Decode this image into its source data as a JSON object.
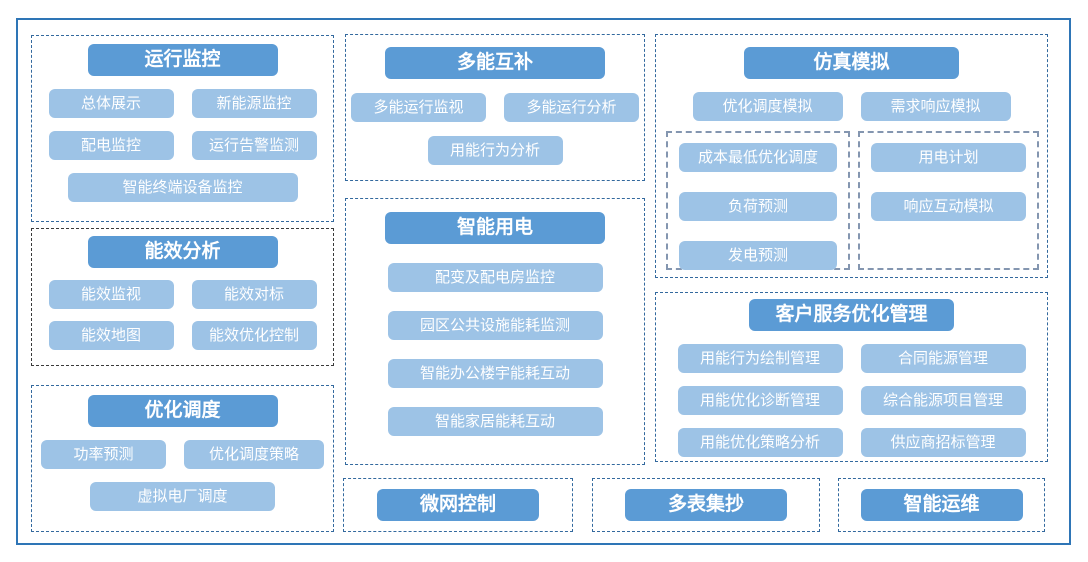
{
  "diagram": {
    "colors": {
      "header_bg": "#5B9BD5",
      "item_bg": "#9DC3E6",
      "text": "#FFFFFF",
      "outer_border": "#2E75B6",
      "group_border": "#33699E",
      "highlight_group_border": "#3A3A3A",
      "nested_group_border": "#8496B0"
    },
    "sections": {
      "operation_monitoring": {
        "title": "运行监控",
        "items": [
          "总体展示",
          "新能源监控",
          "配电监控",
          "运行告警监测",
          "智能终端设备监控"
        ]
      },
      "energy_efficiency": {
        "title": "能效分析",
        "items": [
          "能效监视",
          "能效对标",
          "能效地图",
          "能效优化控制"
        ]
      },
      "optimization_dispatch": {
        "title": "优化调度",
        "items": [
          "功率预测",
          "优化调度策略",
          "虚拟电厂调度"
        ]
      },
      "multi_energy": {
        "title": "多能互补",
        "items": [
          "多能运行监视",
          "多能运行分析",
          "用能行为分析"
        ]
      },
      "smart_power": {
        "title": "智能用电",
        "items": [
          "配变及配电房监控",
          "园区公共设施能耗监测",
          "智能办公楼宇能耗互动",
          "智能家居能耗互动"
        ]
      },
      "simulation": {
        "title": "仿真模拟",
        "items": [
          "优化调度模拟",
          "需求响应模拟"
        ],
        "sub_left": [
          "成本最低优化调度",
          "负荷预测",
          "发电预测"
        ],
        "sub_right": [
          "用电计划",
          "响应互动模拟"
        ]
      },
      "customer_service": {
        "title": "客户服务优化管理",
        "items": [
          "用能行为绘制管理",
          "合同能源管理",
          "用能优化诊断管理",
          "综合能源项目管理",
          "用能优化策略分析",
          "供应商招标管理"
        ]
      },
      "microgrid_control": {
        "title": "微网控制"
      },
      "multi_meter_reading": {
        "title": "多表集抄"
      },
      "smart_om": {
        "title": "智能运维"
      }
    }
  }
}
